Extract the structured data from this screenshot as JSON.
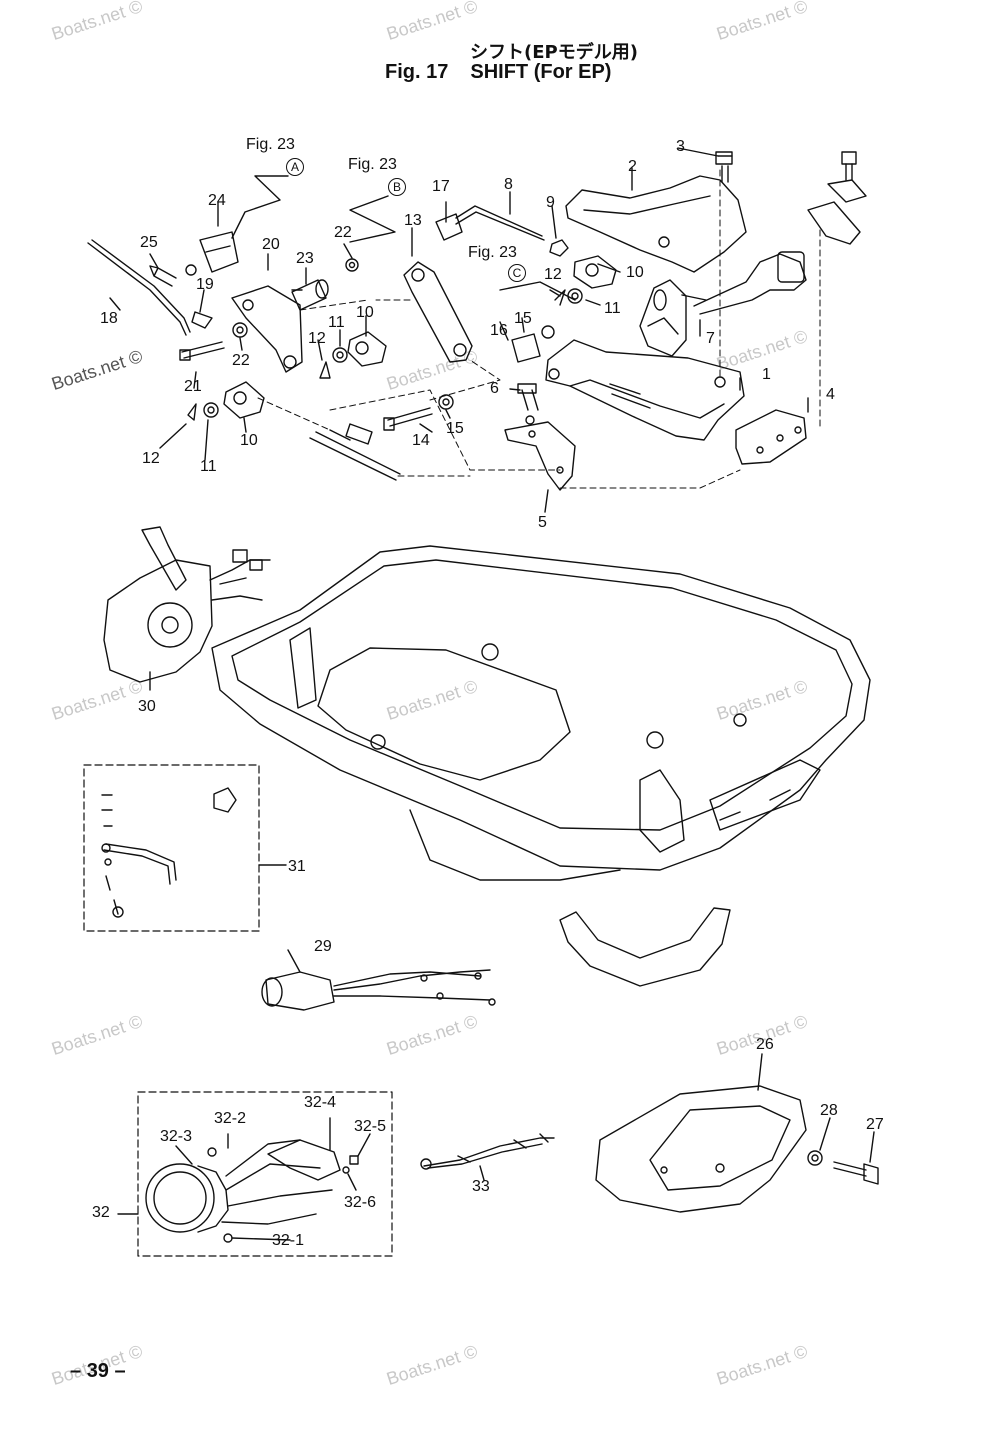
{
  "title": {
    "japanese": "シフト(EPモデル用)",
    "figure": "Fig. 17",
    "english": "SHIFT (For EP)"
  },
  "references": [
    {
      "label": "Fig. 23",
      "circle": "A"
    },
    {
      "label": "Fig. 23",
      "circle": "B"
    },
    {
      "label": "Fig. 23",
      "circle": "C"
    }
  ],
  "callouts": [
    "1",
    "2",
    "3",
    "4",
    "5",
    "6",
    "7",
    "8",
    "9",
    "10",
    "10",
    "10",
    "10",
    "11",
    "11",
    "11",
    "12",
    "12",
    "12",
    "13",
    "14",
    "15",
    "15",
    "16",
    "17",
    "18",
    "19",
    "20",
    "21",
    "22",
    "22",
    "23",
    "23",
    "24",
    "25",
    "26",
    "27",
    "28",
    "29",
    "30",
    "31",
    "32",
    "32-1",
    "32-2",
    "32-3",
    "32-4",
    "32-5",
    "32-6",
    "33"
  ],
  "page_number": "39",
  "watermark": "Boats.net ©"
}
